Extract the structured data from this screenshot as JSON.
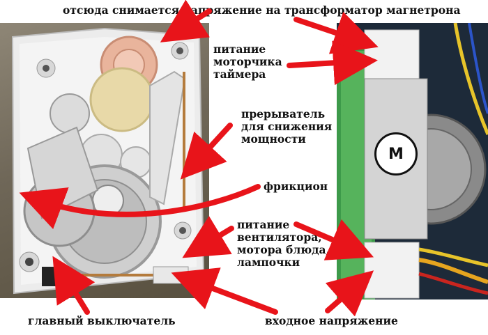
{
  "labels": {
    "transformer": "отсюда снимается напряжение на трансформатор магнетрона",
    "timer_motor": [
      "питание",
      "моторчика",
      "таймера"
    ],
    "power_interrupter": [
      "прерыватель",
      "для снижения",
      "мощности"
    ],
    "friction": "фрикцион",
    "fan_motor_lamp": [
      "питание",
      "вентилятора,",
      "мотора блюда,",
      "лампочки"
    ],
    "main_switch": "главный выключатель",
    "input_voltage": "входное напряжение"
  },
  "motor_symbol": "M",
  "colors": {
    "arrow": "#e8141a",
    "label": "#111111"
  }
}
